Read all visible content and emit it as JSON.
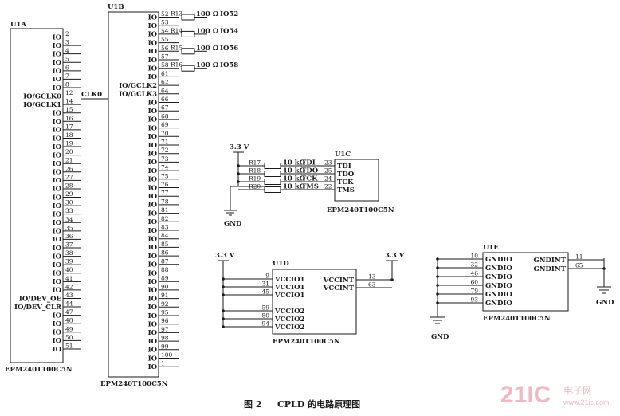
{
  "caption": {
    "figure_no": "图 2",
    "title": "CPLD 的电路原理图"
  },
  "watermark": {
    "brand": "21IC",
    "cn": "电子网",
    "url": "www.21ic.com"
  },
  "u1a": {
    "ref": "U1A",
    "part": "EPM240T100C5N",
    "pins": [
      {
        "name": "IO",
        "num": "2"
      },
      {
        "name": "IO",
        "num": "3"
      },
      {
        "name": "IO",
        "num": "4"
      },
      {
        "name": "IO",
        "num": "5"
      },
      {
        "name": "IO",
        "num": "6"
      },
      {
        "name": "IO",
        "num": "7"
      },
      {
        "name": "IO",
        "num": "8"
      },
      {
        "name": "IO/GCLK0",
        "num": "12"
      },
      {
        "name": "IO/GCLK1",
        "num": "14"
      },
      {
        "name": "IO",
        "num": "15"
      },
      {
        "name": "IO",
        "num": "16"
      },
      {
        "name": "IO",
        "num": "17"
      },
      {
        "name": "IO",
        "num": "18"
      },
      {
        "name": "IO",
        "num": "19"
      },
      {
        "name": "IO",
        "num": "20"
      },
      {
        "name": "IO",
        "num": "21"
      },
      {
        "name": "IO",
        "num": "26"
      },
      {
        "name": "IO",
        "num": "27"
      },
      {
        "name": "IO",
        "num": "28"
      },
      {
        "name": "IO",
        "num": "29"
      },
      {
        "name": "IO",
        "num": "30"
      },
      {
        "name": "IO",
        "num": "33"
      },
      {
        "name": "IO",
        "num": "34"
      },
      {
        "name": "IO",
        "num": "35"
      },
      {
        "name": "IO",
        "num": "36"
      },
      {
        "name": "IO",
        "num": "37"
      },
      {
        "name": "IO",
        "num": "38"
      },
      {
        "name": "IO",
        "num": "39"
      },
      {
        "name": "IO",
        "num": "40"
      },
      {
        "name": "IO",
        "num": "41"
      },
      {
        "name": "IO",
        "num": "42"
      },
      {
        "name": "IO/DEV_OE",
        "num": "43"
      },
      {
        "name": "IO/DEV_CLR",
        "num": "44"
      },
      {
        "name": "IO",
        "num": "47"
      },
      {
        "name": "IO",
        "num": "48"
      },
      {
        "name": "IO",
        "num": "49"
      },
      {
        "name": "IO",
        "num": "50"
      },
      {
        "name": "IO",
        "num": "51"
      }
    ]
  },
  "clk_label": "CLK0",
  "u1b": {
    "ref": "U1B",
    "part": "EPM240T100C5N",
    "pins": [
      {
        "name": "IO",
        "num": "52"
      },
      {
        "name": "IO",
        "num": "53"
      },
      {
        "name": "IO",
        "num": "54"
      },
      {
        "name": "IO",
        "num": "55"
      },
      {
        "name": "IO",
        "num": "56"
      },
      {
        "name": "IO",
        "num": "57"
      },
      {
        "name": "IO",
        "num": "58"
      },
      {
        "name": "IO",
        "num": "61"
      },
      {
        "name": "IO/GCLK2",
        "num": "62"
      },
      {
        "name": "IO/GCLK3",
        "num": "64"
      },
      {
        "name": "IO",
        "num": "66"
      },
      {
        "name": "IO",
        "num": "67"
      },
      {
        "name": "IO",
        "num": "68"
      },
      {
        "name": "IO",
        "num": "69"
      },
      {
        "name": "IO",
        "num": "70"
      },
      {
        "name": "IO",
        "num": "71"
      },
      {
        "name": "IO",
        "num": "72"
      },
      {
        "name": "IO",
        "num": "73"
      },
      {
        "name": "IO",
        "num": "74"
      },
      {
        "name": "IO",
        "num": "75"
      },
      {
        "name": "IO",
        "num": "76"
      },
      {
        "name": "IO",
        "num": "77"
      },
      {
        "name": "IO",
        "num": "78"
      },
      {
        "name": "IO",
        "num": "81"
      },
      {
        "name": "IO",
        "num": "82"
      },
      {
        "name": "IO",
        "num": "83"
      },
      {
        "name": "IO",
        "num": "84"
      },
      {
        "name": "IO",
        "num": "85"
      },
      {
        "name": "IO",
        "num": "86"
      },
      {
        "name": "IO",
        "num": "87"
      },
      {
        "name": "IO",
        "num": "88"
      },
      {
        "name": "IO",
        "num": "89"
      },
      {
        "name": "IO",
        "num": "90"
      },
      {
        "name": "IO",
        "num": "91"
      },
      {
        "name": "IO",
        "num": "92"
      },
      {
        "name": "IO",
        "num": "95"
      },
      {
        "name": "IO",
        "num": "96"
      },
      {
        "name": "IO",
        "num": "97"
      },
      {
        "name": "IO",
        "num": "98"
      },
      {
        "name": "IO",
        "num": "99"
      },
      {
        "name": "IO",
        "num": "100"
      },
      {
        "name": "IO",
        "num": "1"
      }
    ],
    "resistors": [
      {
        "ref": "R13",
        "value": "100 Ω",
        "net": "IO52"
      },
      {
        "ref": "R14",
        "value": "100 Ω",
        "net": "IO54"
      },
      {
        "ref": "R15",
        "value": "100 Ω",
        "net": "IO56"
      },
      {
        "ref": "R16",
        "value": "100 Ω",
        "net": "IO58"
      }
    ]
  },
  "u1c": {
    "ref": "U1C",
    "part": "EPM240T100C5N",
    "supply": "3.3 V",
    "gnd": "GND",
    "pins": [
      {
        "name": "TDI",
        "num": "23",
        "rref": "R17",
        "rval": "10 kΩ",
        "net": "TDI"
      },
      {
        "name": "TDO",
        "num": "25",
        "rref": "R18",
        "rval": "10 kΩ",
        "net": "TDO"
      },
      {
        "name": "TCK",
        "num": "24",
        "rref": "R19",
        "rval": "10 kΩ",
        "net": "TCK"
      },
      {
        "name": "TMS",
        "num": "22",
        "rref": "R20",
        "rval": "10 kΩ",
        "net": "TMS"
      }
    ]
  },
  "u1d": {
    "ref": "U1D",
    "part": "EPM240T100C5N",
    "supply_left": "3.3 V",
    "supply_right": "3.3 V",
    "left_pins": [
      {
        "name": "VCCIO1",
        "num": "9"
      },
      {
        "name": "VCCIO1",
        "num": "31"
      },
      {
        "name": "VCCIO1",
        "num": "45"
      },
      {
        "name": "VCCIO2",
        "num": "59"
      },
      {
        "name": "VCCIO2",
        "num": "80"
      },
      {
        "name": "VCCIO2",
        "num": "94"
      }
    ],
    "right_pins": [
      {
        "name": "VCCINT",
        "num": "13"
      },
      {
        "name": "VCCINT",
        "num": "63"
      }
    ]
  },
  "u1e": {
    "ref": "U1E",
    "part": "EPM240T100C5N",
    "gnd_left": "GND",
    "gnd_right": "GND",
    "left_pins": [
      {
        "name": "GNDIO",
        "num": "10"
      },
      {
        "name": "GNDIO",
        "num": "32"
      },
      {
        "name": "GNDIO",
        "num": "46"
      },
      {
        "name": "GNDIO",
        "num": "60"
      },
      {
        "name": "GNDIO",
        "num": "79"
      },
      {
        "name": "GNDIO",
        "num": "93"
      }
    ],
    "right_pins": [
      {
        "name": "GNDINT",
        "num": "11"
      },
      {
        "name": "GNDINT",
        "num": "65"
      }
    ]
  }
}
